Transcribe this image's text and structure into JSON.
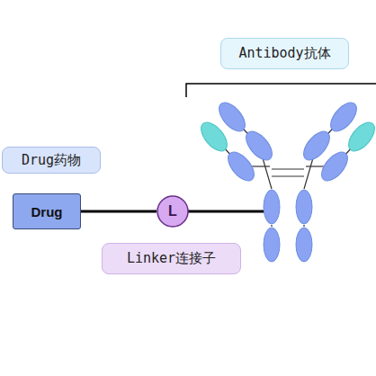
{
  "diagram": {
    "nodes": [
      {
        "text": [
          "Antibody抗体"
        ]
      },
      {
        "text": [
          "Drug药物"
        ]
      },
      {
        "text": [
          "Drug"
        ]
      },
      {
        "text": [
          "L"
        ]
      },
      {
        "text": [
          "Linker连接子"
        ]
      }
    ],
    "edges": [
      {
        "from": 2,
        "to": 3,
        "arrow": "none"
      }
    ]
  }
}
